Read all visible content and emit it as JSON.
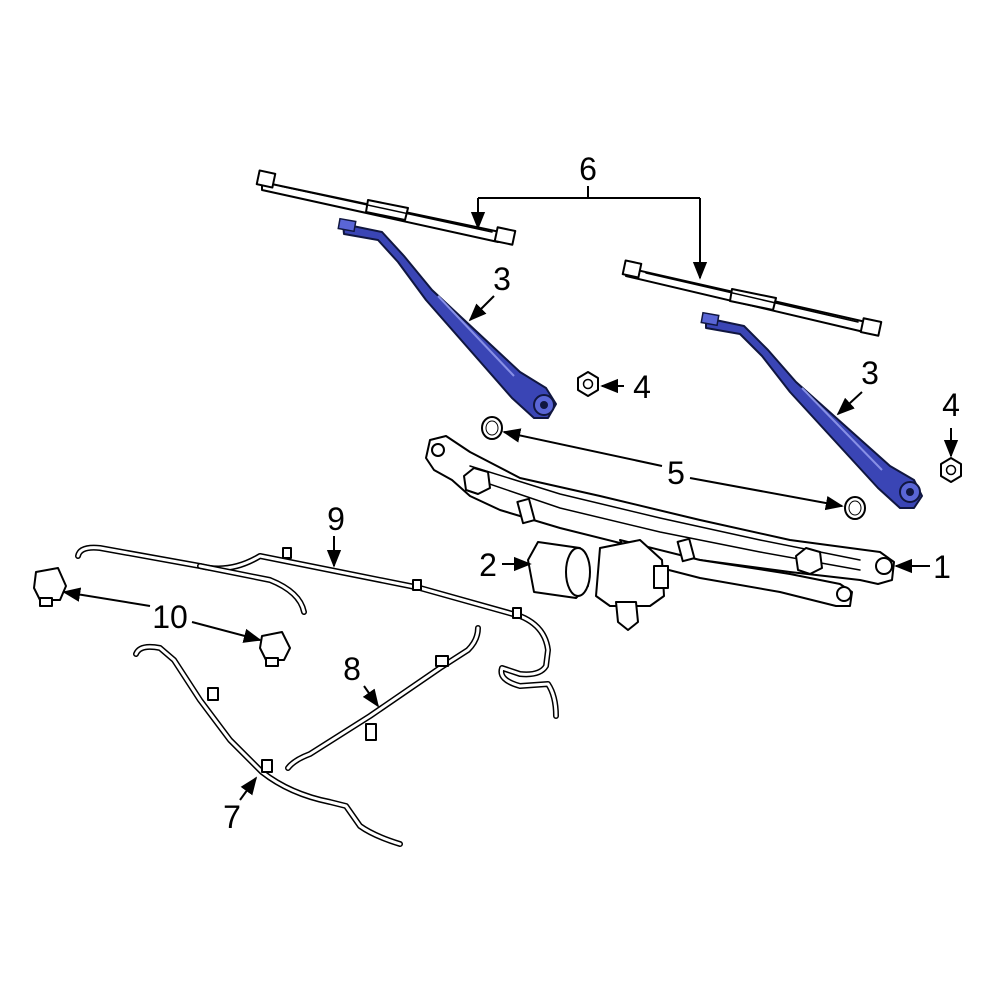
{
  "diagram": {
    "accent_color": "#3a45b5",
    "callouts": [
      {
        "id": "c1",
        "label": "1"
      },
      {
        "id": "c2",
        "label": "2"
      },
      {
        "id": "c3a",
        "label": "3"
      },
      {
        "id": "c3b",
        "label": "3"
      },
      {
        "id": "c4a",
        "label": "4"
      },
      {
        "id": "c4b",
        "label": "4"
      },
      {
        "id": "c5",
        "label": "5"
      },
      {
        "id": "c6",
        "label": "6"
      },
      {
        "id": "c7",
        "label": "7"
      },
      {
        "id": "c8",
        "label": "8"
      },
      {
        "id": "c9",
        "label": "9"
      },
      {
        "id": "c10",
        "label": "10"
      }
    ],
    "highlighted_parts": [
      "3"
    ]
  }
}
